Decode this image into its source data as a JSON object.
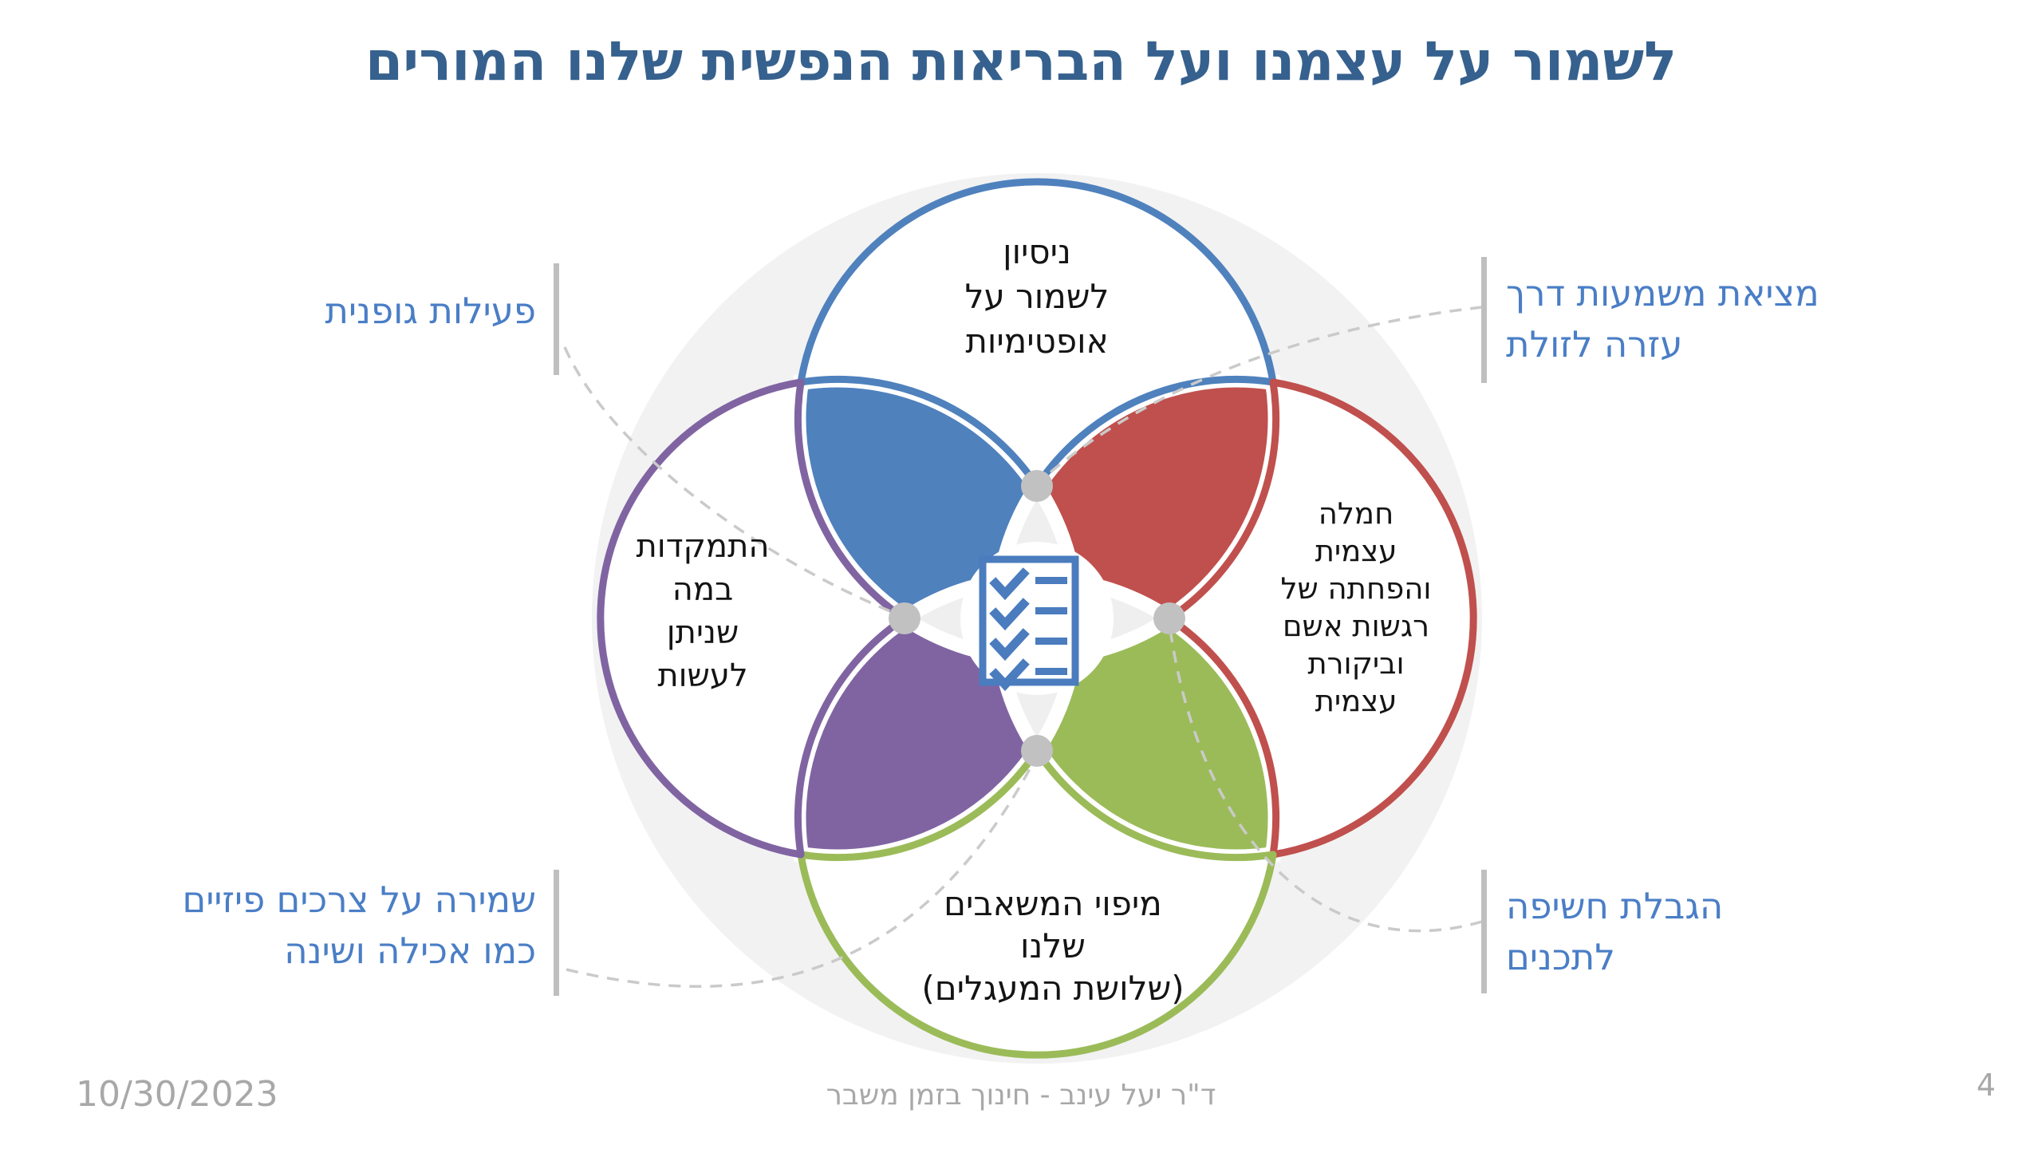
{
  "slide": {
    "title": "לשמור על עצמנו ועל הבריאות הנפשית שלנו המורים",
    "footer": {
      "date": "10/30/2023",
      "credit": "ד\"ר יעל עינב - חינוך בזמן משבר",
      "page": "4"
    }
  },
  "venn": {
    "circles": [
      {
        "id": "top",
        "color": "#4F81BD",
        "text": "ניסיון\nלשמור על\nאופטימיות"
      },
      {
        "id": "right",
        "color": "#C0504D",
        "text": "חמלה\nעצמית\nוהפחתה של\nרגשות אשם\nוביקורת\nעצמית"
      },
      {
        "id": "bottom",
        "color": "#9BBB59",
        "text": "מיפוי המשאבים\nשלנו\n(שלושת המעגלים)"
      },
      {
        "id": "left",
        "color": "#8064A2",
        "text": "התמקדות\nבמה\nשניתן\nלעשות"
      }
    ],
    "petals": [
      {
        "id": "top-left",
        "color": "#4F81BD"
      },
      {
        "id": "top-right",
        "color": "#C0504D"
      },
      {
        "id": "bottom-right",
        "color": "#9BBB59"
      },
      {
        "id": "bottom-left",
        "color": "#8064A2"
      }
    ],
    "center_icon": {
      "name": "checklist-icon",
      "rows": 4
    }
  },
  "callouts": [
    {
      "id": "top-left",
      "text": "פעילות גופנית"
    },
    {
      "id": "top-right",
      "text": "מציאת משמעות דרך\nעזרה לזולת"
    },
    {
      "id": "bottom-left",
      "text": "שמירה על צרכים פיזיים\nכמו אכילה ושינה"
    },
    {
      "id": "bottom-right",
      "text": "הגבלת חשיפה\nלתכנים"
    }
  ],
  "colors": {
    "title_text": "#36618E",
    "callout_text": "#4A7EC6",
    "body_text": "#141414",
    "diagram_bg": "#F2F2F2",
    "center_lens": "#EFEFEF",
    "junction_dot": "#C1C1C1",
    "leader_line": "#CACACA",
    "callout_bar": "#BFBFBF",
    "icon_blue": "#4A7CBE",
    "footer_text": "#A8A8A8"
  }
}
